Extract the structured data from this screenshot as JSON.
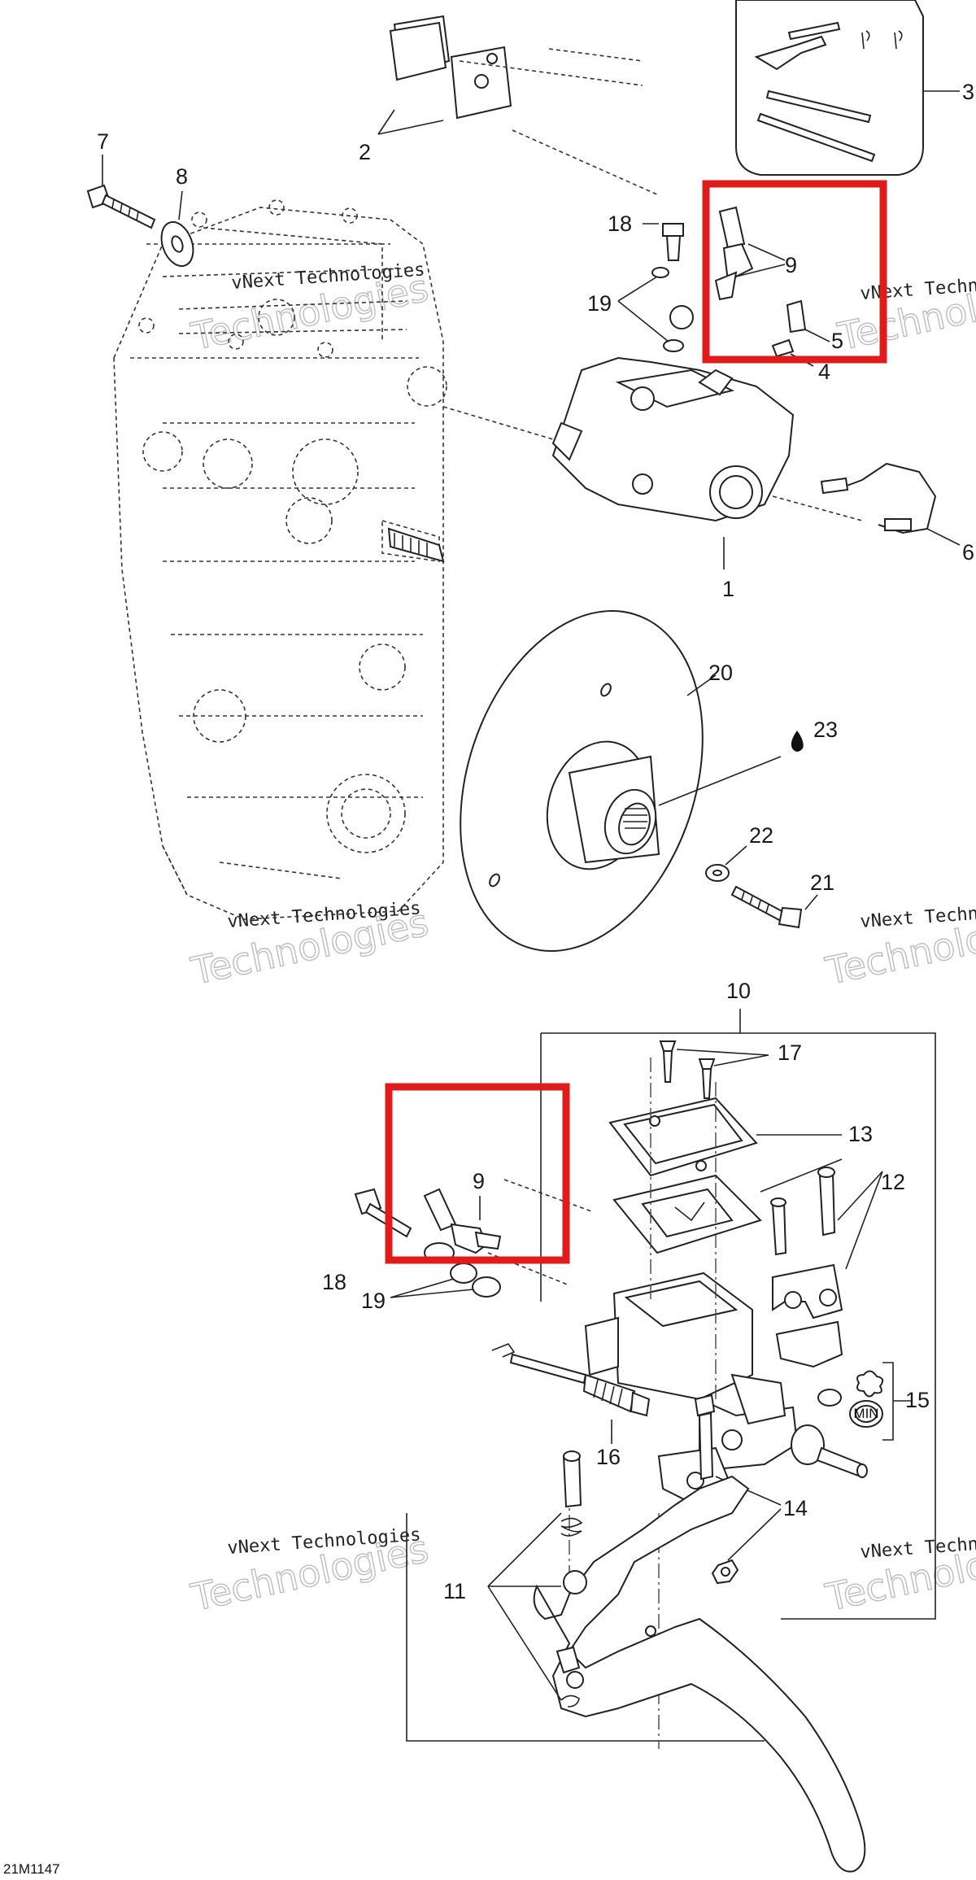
{
  "diagram_code": "21M1147",
  "watermark": {
    "line1": "vNext Technologies",
    "line2": "Technologies",
    "prefix": "vNext"
  },
  "accent_colors": {
    "highlight": "#e01b1b",
    "line": "#222222"
  },
  "callouts": {
    "c1": "1",
    "c2": "2",
    "c3": "3",
    "c4": "4",
    "c5": "5",
    "c6": "6",
    "c7": "7",
    "c8": "8",
    "c9_top": "9",
    "c9_bottom": "9",
    "c10": "10",
    "c11": "11",
    "c12": "12",
    "c13": "13",
    "c14": "14",
    "c15": "15",
    "c16": "16",
    "c17": "17",
    "c18_top": "18",
    "c18_bottom": "18",
    "c19_top": "19",
    "c19_bottom": "19",
    "c20": "20",
    "c21": "21",
    "c22": "22",
    "c23": "23"
  },
  "icons": {
    "oil_drop": "oil-drop-icon",
    "cap_badge": "cap-badge-icon"
  },
  "cap_badge_text": "MIN"
}
